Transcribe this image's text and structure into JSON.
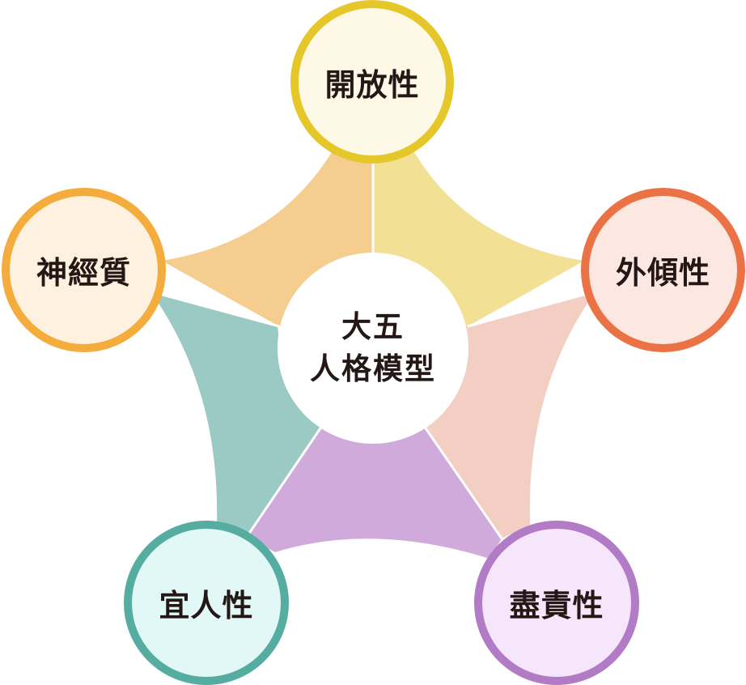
{
  "diagram": {
    "title_line1": "大五",
    "title_line2": "人格模型",
    "traits": [
      {
        "key": "openness",
        "label": "開放性",
        "border": "#E6C72A",
        "fill": "#FEF9E6",
        "wedge": "#F2E194"
      },
      {
        "key": "extraversion",
        "label": "外傾性",
        "border": "#EB7245",
        "fill": "#FDE7E1",
        "wedge": "#F2CFC2"
      },
      {
        "key": "conscientiousness",
        "label": "盡責性",
        "border": "#B27BC6",
        "fill": "#F6E6FB",
        "wedge": "#CFAADB"
      },
      {
        "key": "agreeableness",
        "label": "宜人性",
        "border": "#55ADA1",
        "fill": "#E1F8F6",
        "wedge": "#9ACAC3"
      },
      {
        "key": "neuroticism",
        "label": "神經質",
        "border": "#F4AC3D",
        "fill": "#FFF1DF",
        "wedge": "#F5CE8F"
      }
    ]
  }
}
